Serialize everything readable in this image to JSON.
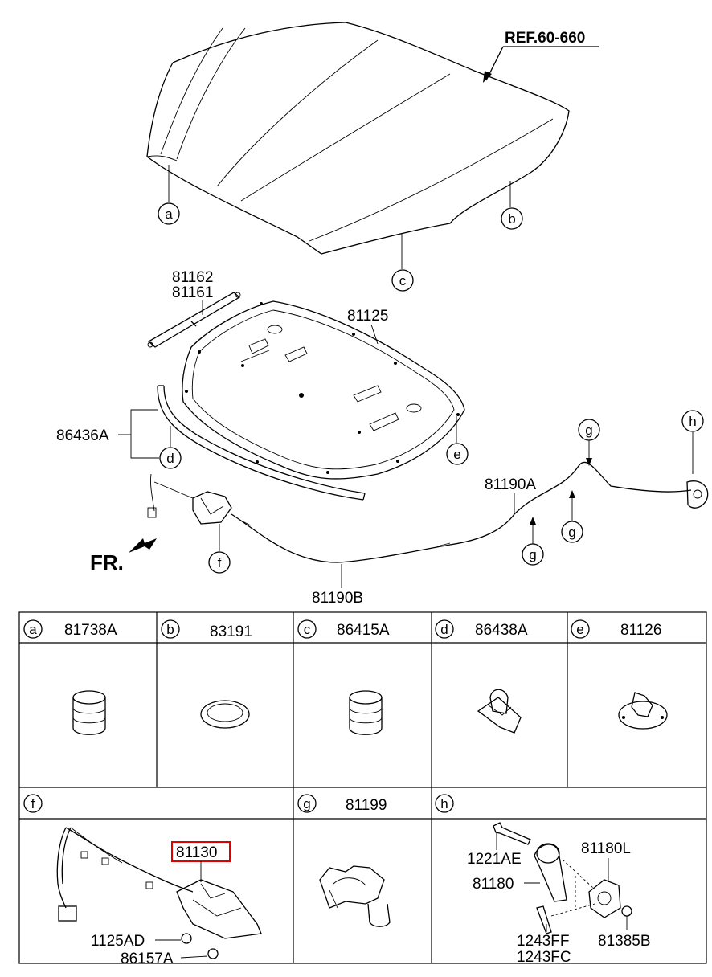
{
  "ref_label": "REF.60-660",
  "direction_label": "FR.",
  "callouts": {
    "a": "a",
    "b": "b",
    "c": "c",
    "d": "d",
    "e": "e",
    "f": "f",
    "g": "g",
    "h": "h"
  },
  "main_parts": {
    "strut_1": "81162",
    "strut_2": "81161",
    "insulator": "81125",
    "weatherstrip": "86436A",
    "cable_front": "81190A",
    "cable_rear": "81190B"
  },
  "detail_table": {
    "row1": [
      {
        "key": "a",
        "part": "81738A"
      },
      {
        "key": "b",
        "part": "83191"
      },
      {
        "key": "c",
        "part": "86415A"
      },
      {
        "key": "d",
        "part": "86438A"
      },
      {
        "key": "e",
        "part": "81126"
      }
    ],
    "row2": [
      {
        "key": "f",
        "part": ""
      },
      {
        "key": "g",
        "part": "81199"
      },
      {
        "key": "h",
        "part": ""
      }
    ]
  },
  "detail_f": {
    "latch": "81130",
    "bolt": "1125AD",
    "clip": "86157A"
  },
  "detail_h": {
    "bolt": "1221AE",
    "handle": "81180",
    "handle_assy": "81180L",
    "screw_1": "1243FF",
    "screw_2": "1243FC",
    "nut": "81385B"
  },
  "colors": {
    "line": "#000000",
    "highlight": "#e00000",
    "background": "#ffffff"
  }
}
